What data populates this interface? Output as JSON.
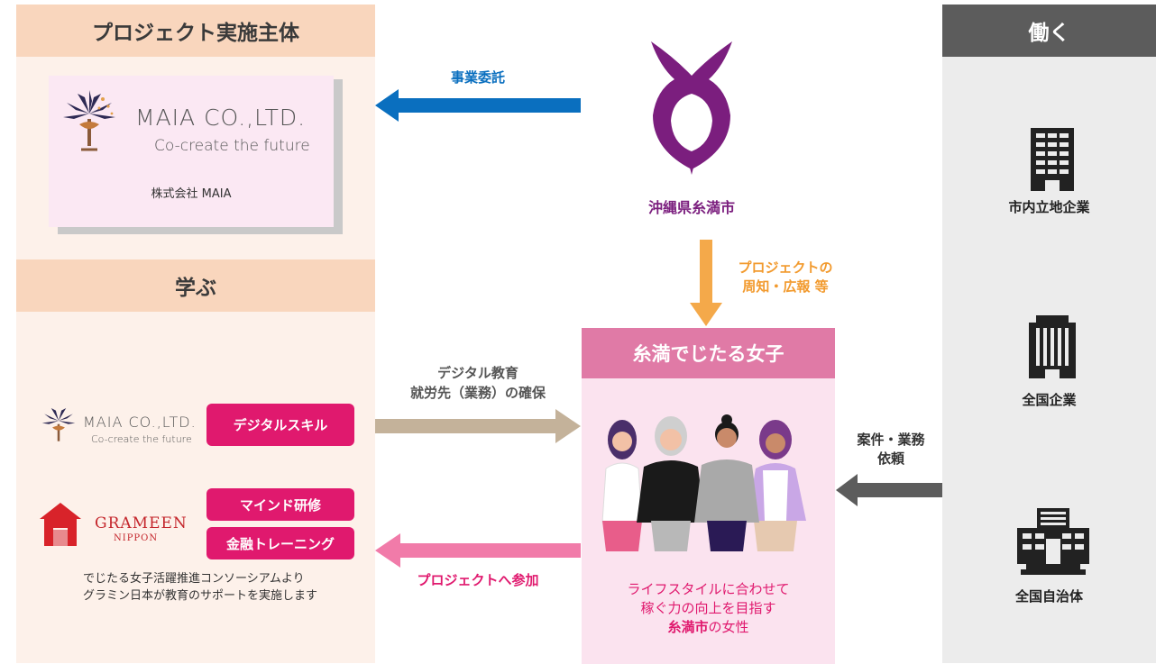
{
  "left": {
    "header_project": "プロジェクト実施主体",
    "maia_logo_name": "MAIA CO.,LTD.",
    "maia_tagline": "Co-create the future",
    "maia_company": "株式会社 MAIA",
    "header_learn": "学ぶ",
    "maia_small_name": "MAIA CO.,LTD.",
    "maia_small_tagline": "Co-create the future",
    "pill_digital": "デジタルスキル",
    "grameen_name": "GRAMEEN",
    "grameen_sub": "NIPPON",
    "pill_mind": "マインド研修",
    "pill_finance": "金融トレーニング",
    "note_line1": "でじたる女子活躍推進コンソーシアムより",
    "note_line2": "グラミン日本が教育のサポートを実施します"
  },
  "center": {
    "arrow_consign": "事業委託",
    "city_name": "沖縄県糸満市",
    "promo_line1": "プロジェクトの",
    "promo_line2": "周知・広報 等",
    "education_line1": "デジタル教育",
    "education_line2": "就労先（業務）の確保",
    "join_label": "プロジェクトへ参加",
    "box_title": "糸満でじたる女子",
    "desc_line1": "ライフスタイルに合わせて",
    "desc_line2": "稼ぐ力の向上を目指す",
    "desc_line3_highlight": "糸満市",
    "desc_line3_rest": "の女性"
  },
  "right": {
    "header_work": "働く",
    "local_companies": "市内立地企業",
    "national_companies": "全国企業",
    "local_govs": "全国自治体",
    "request_line1": "案件・業務",
    "request_line2": "依頼"
  },
  "colors": {
    "peach_bg": "#fdf1ea",
    "peach_header": "#f9d6bd",
    "pink_pill": "#e0196e",
    "blue_arrow": "#0a6fbf",
    "orange_arrow": "#f4a94a",
    "tan_arrow": "#c4b29a",
    "pink_arrow": "#f17ba9",
    "gray_arrow": "#5c5c5c",
    "purple": "#7b1e7e"
  }
}
